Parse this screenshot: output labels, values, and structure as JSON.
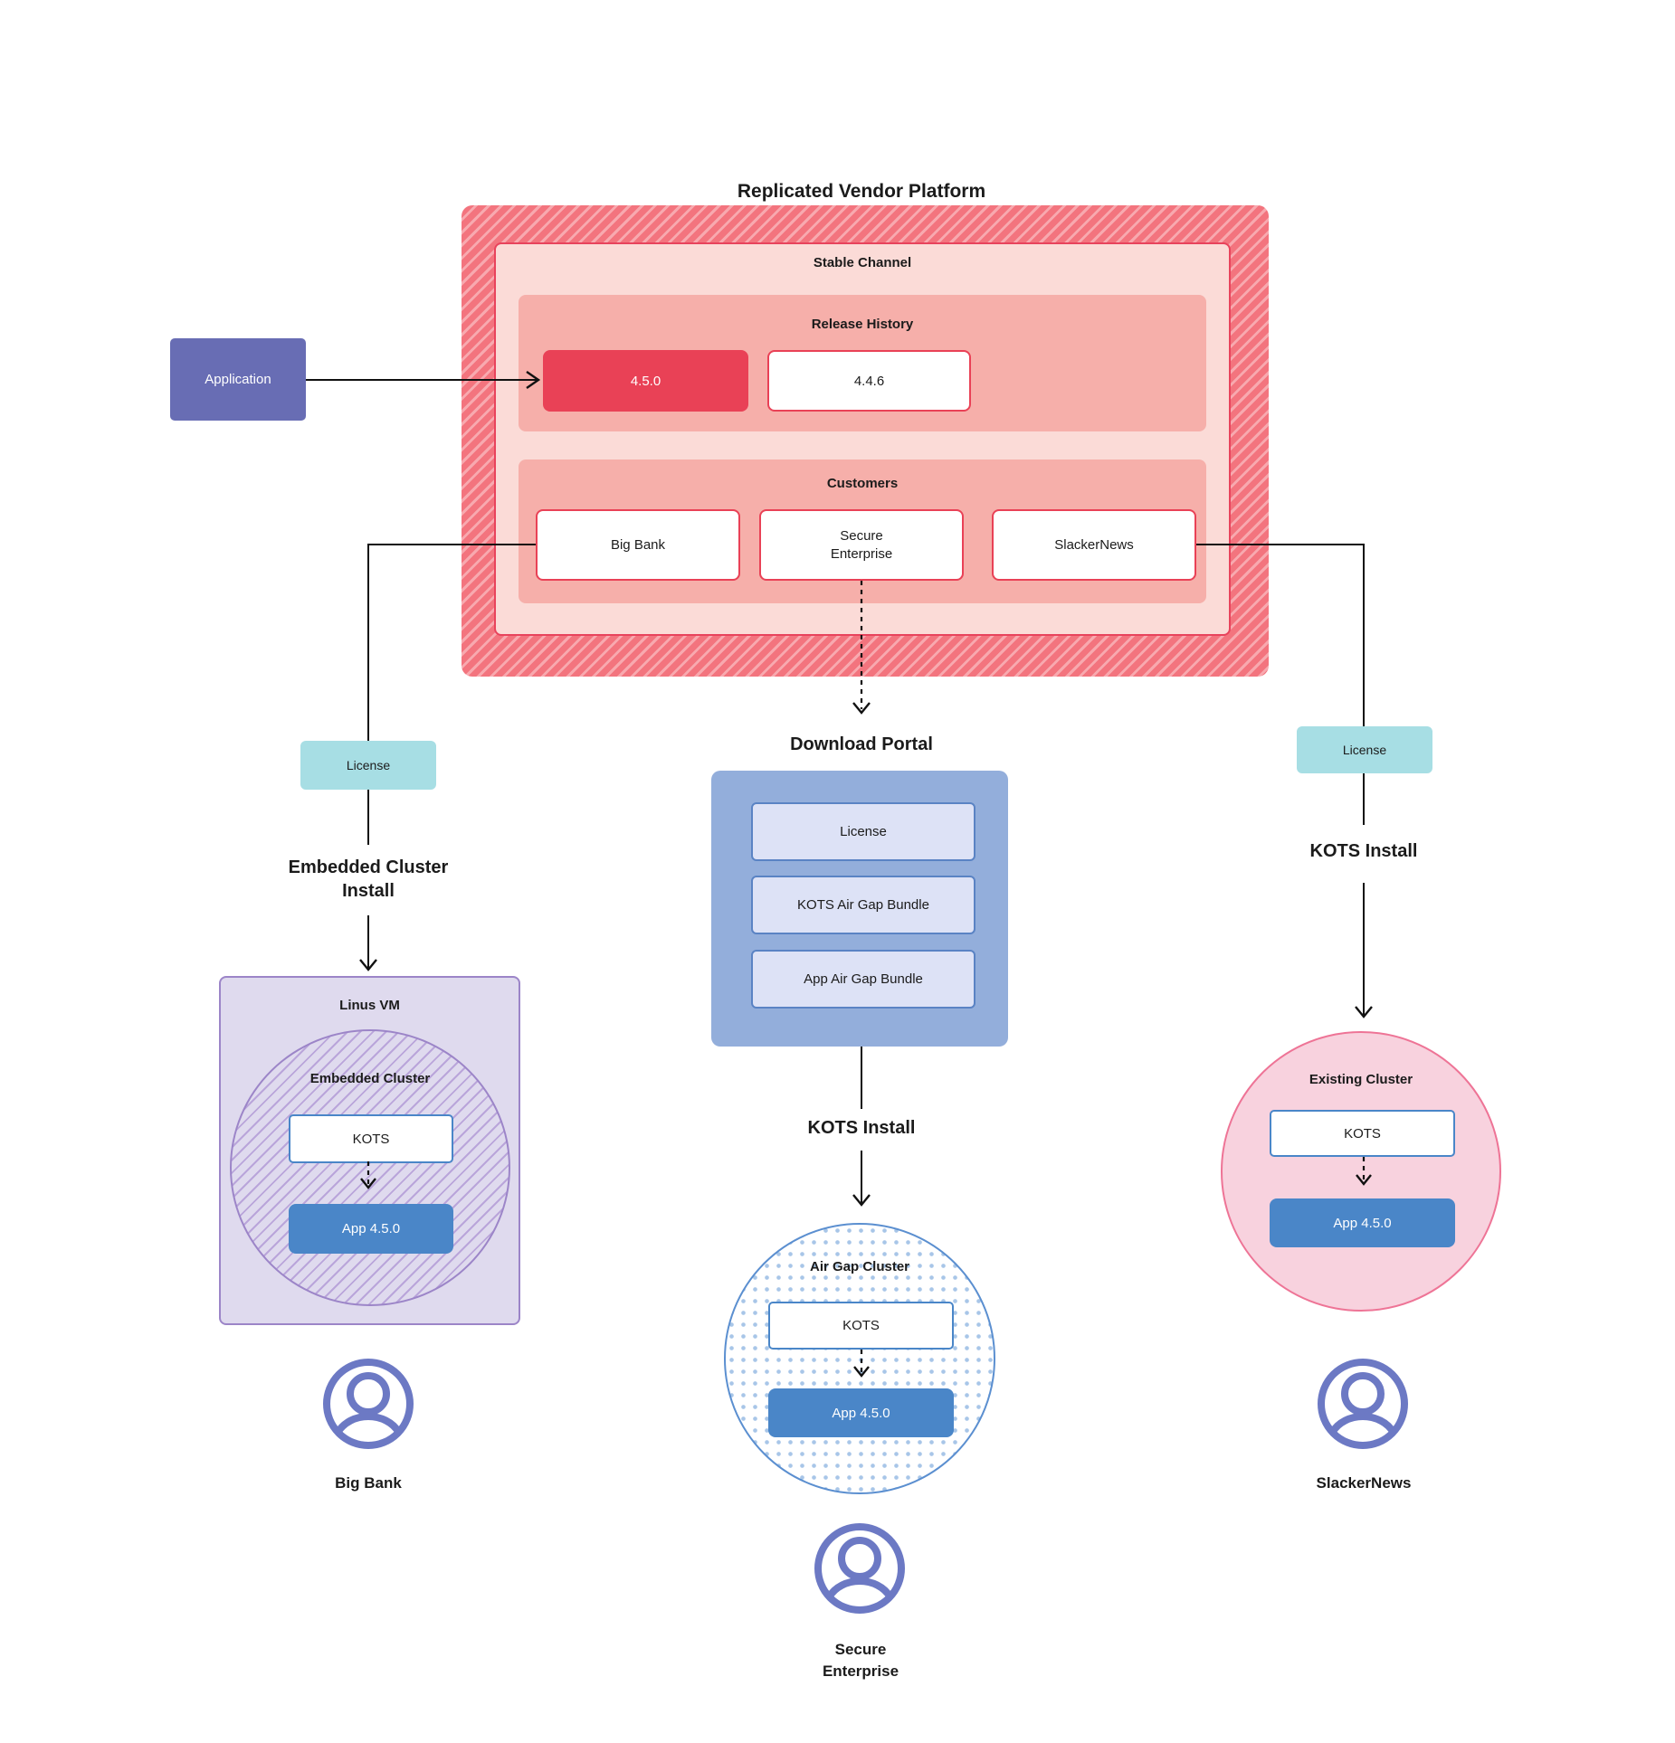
{
  "title": "Replicated Vendor Platform",
  "platform": {
    "stable_channel": {
      "label": "Stable Channel"
    },
    "release_history": {
      "label": "Release History",
      "releases": [
        {
          "version": "4.5.0",
          "state": "current"
        },
        {
          "version": "4.4.6",
          "state": "previous"
        }
      ]
    },
    "customers": {
      "label": "Customers",
      "items": [
        "Big Bank",
        "Secure Enterprise",
        "SlackerNews"
      ]
    }
  },
  "application": {
    "label": "Application"
  },
  "left_flow": {
    "license_label": "License",
    "install_label": "Embedded Cluster Install",
    "vm_label": "Linus VM",
    "cluster_label": "Embedded Cluster",
    "kots_label": "KOTS",
    "app_label": "App 4.5.0",
    "persona": "Big Bank"
  },
  "middle_flow": {
    "portal_title": "Download Portal",
    "portal_items": [
      "License",
      "KOTS Air Gap Bundle",
      "App Air Gap Bundle"
    ],
    "install_label": "KOTS Install",
    "cluster_label": "Air Gap Cluster",
    "kots_label": "KOTS",
    "app_label": "App 4.5.0",
    "persona": "Secure Enterprise"
  },
  "right_flow": {
    "license_label": "License",
    "install_label": "KOTS Install",
    "cluster_label": "Existing Cluster",
    "kots_label": "KOTS",
    "app_label": "App 4.5.0",
    "persona": "SlackerNews"
  },
  "colors": {
    "platform_hatch_red": "#F3747E",
    "stable_pink": "#FBDBD7",
    "salmon_section": "#F6AFAA",
    "release_red": "#E94156",
    "application_purple": "#686DB4",
    "license_teal": "#A7DEE4",
    "portal_blue": "#93AEDB",
    "portal_item_lavender": "#DDE2F6",
    "app_blue": "#4A86C8",
    "vm_lavender": "#DFDAEE",
    "vm_border_purple": "#9C85C8",
    "existing_pink": "#F8D2DE",
    "existing_border": "#EE7496",
    "airgap_dot_blue": "#A8C6E8",
    "persona_icon_purple": "#6C79C4",
    "wire_black": "#111111"
  }
}
